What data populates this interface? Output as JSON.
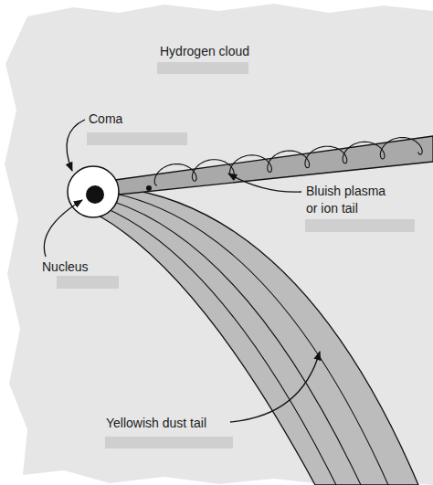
{
  "diagram": {
    "labels": [
      "Hydrogen cloud",
      "Coma",
      "Nucleus",
      "Bluish plasma or ion tail",
      "Yellowish dust tail"
    ]
  }
}
